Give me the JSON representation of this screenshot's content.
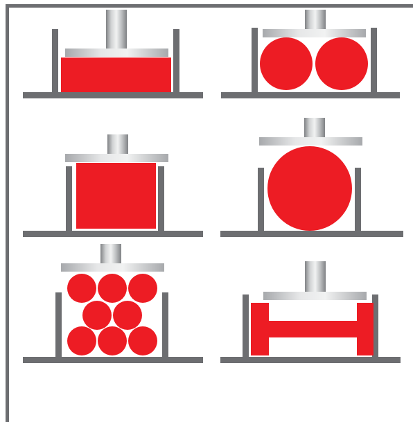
{
  "colors": {
    "background": "#ffffff",
    "frame": "#6d6e71",
    "material": "#ed1c24",
    "press_light": "#e6e7e8",
    "press_mid": "#bcbec0",
    "press_dark": "#808285"
  },
  "panels": [
    {
      "id": "flat-billet",
      "material_shape": "rectangle",
      "piece_count": 1
    },
    {
      "id": "two-cylinders",
      "material_shape": "circle",
      "piece_count": 2
    },
    {
      "id": "cube-billet",
      "material_shape": "rectangle",
      "piece_count": 1
    },
    {
      "id": "single-cylinder",
      "material_shape": "circle",
      "piece_count": 1
    },
    {
      "id": "cylinder-bundle",
      "material_shape": "circle",
      "piece_count": 8
    },
    {
      "id": "h-profile",
      "material_shape": "h-beam",
      "piece_count": 1
    }
  ]
}
